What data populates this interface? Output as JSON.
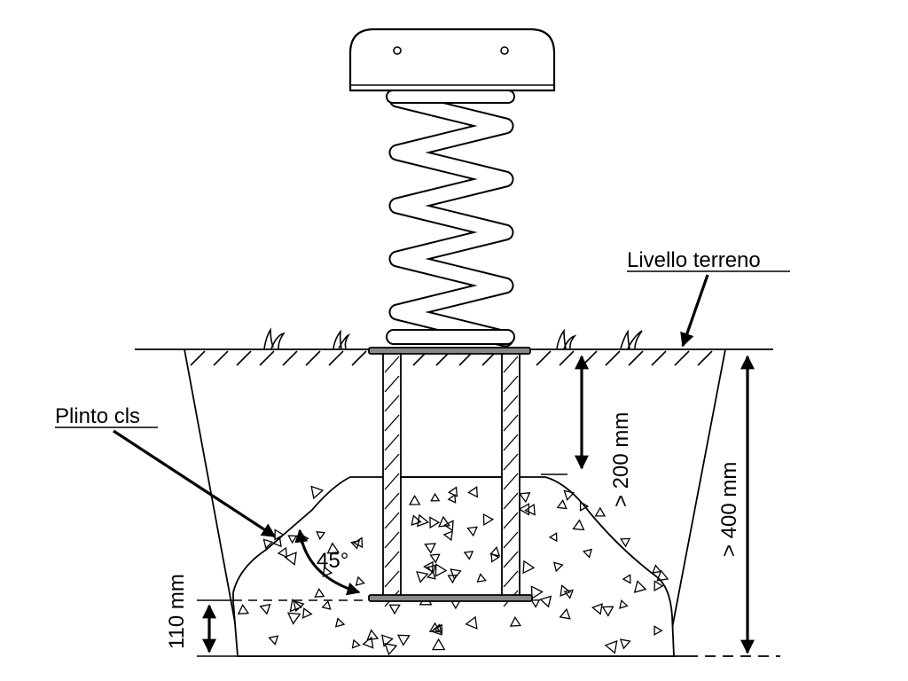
{
  "labels": {
    "ground_level": "Livello terreno",
    "concrete_plinth": "Plinto cls",
    "angle": "45°",
    "dim_top": "> 200 mm",
    "dim_total": "> 400 mm",
    "dim_bottom": "110 mm"
  }
}
